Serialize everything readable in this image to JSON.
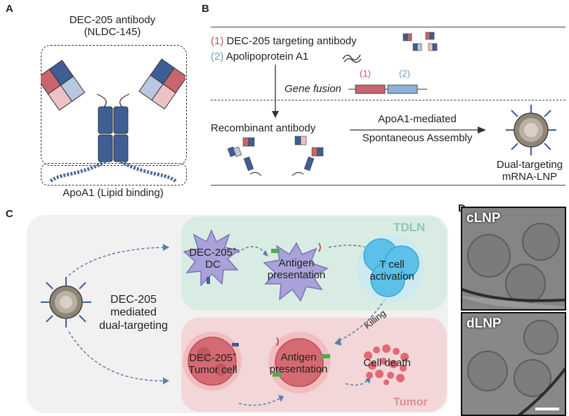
{
  "panels": {
    "a": {
      "letter": "A",
      "title_line1": "DEC-205 antibody",
      "title_line2": "(NLDC-145)",
      "caption": "ApoA1 (Lipid binding)"
    },
    "b": {
      "letter": "B",
      "item1_num": "(1)",
      "item1_text": "DEC-205 targeting antibody",
      "item2_num": "(2)",
      "item2_text": "Apolipoprotein A1",
      "gene_fusion": "Gene fusion",
      "seg1_label": "(1)",
      "seg2_label": "(2)",
      "recombinant": "Recombinant antibody",
      "assembly_line1": "ApoA1-mediated",
      "assembly_line2": "Spontaneous Assembly",
      "product_line1": "Dual-targeting",
      "product_line2": "mRNA-LNP"
    },
    "c": {
      "letter": "C",
      "tdln_label": "TDLN",
      "tumor_label": "Tumor",
      "dc_line1": "DEC-205",
      "dc_sup": "+",
      "dc_line2": "DC",
      "ag_top_line1": "Antigen",
      "ag_top_line2": "presentation",
      "tcell_line1": "T cell",
      "tcell_line2": "activation",
      "center_line1": "DEC-205",
      "center_line2": "mediated",
      "center_line3": "dual-targeting",
      "killing": "Killing",
      "tumorcell_line1": "DEC-205",
      "tumorcell_sup": "+",
      "tumorcell_line2": "Tumor cell",
      "ag_bot_line1": "Antigen",
      "ag_bot_line2": "presentation",
      "death": "Cell death"
    },
    "d": {
      "letter": "D",
      "top_label": "cLNP",
      "bottom_label": "dLNP"
    }
  },
  "colors": {
    "heavy_chain": "#3e5f96",
    "light_red": "#c9656c",
    "light_pink": "#ebc3c6",
    "light_blue": "#b9c8de",
    "num1": "#c0585f",
    "num2": "#6a9cc6",
    "tdln_bg": "#d8ece3",
    "tumor_bg": "#f3d6d7",
    "panel_bg": "#f1f1f1",
    "dc": "#a9a2da",
    "tcell": "#5cc0e8",
    "tumor_cell": "#d66a72"
  },
  "icons": {
    "antibody": "y-shaped-antibody-icon",
    "apoa1": "helix-icon",
    "lnp": "nanoparticle-icon"
  }
}
